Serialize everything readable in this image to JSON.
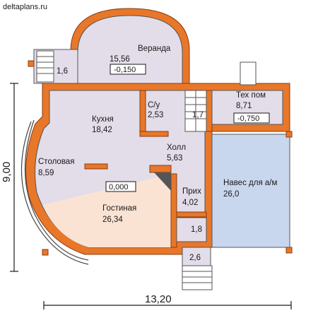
{
  "site": {
    "label": "deltaplans.ru"
  },
  "colors": {
    "wall": "#e8772a",
    "wall_stroke": "#8a3c10",
    "room": "#e2dde9",
    "living": "#fbe3d3",
    "carport": "#c9d7ee",
    "stairs": "#ffffff",
    "accent": "#1a1a1a"
  },
  "rooms": {
    "veranda": {
      "name": "Веранда",
      "area": "15,56",
      "level": "-0,150"
    },
    "porch_top": {
      "area": "1,6"
    },
    "kitchen": {
      "name": "Кухня",
      "area": "18,42"
    },
    "wc": {
      "name": "С/у",
      "area": "2,53"
    },
    "stair_hall": {
      "area": "1,7"
    },
    "tech": {
      "name": "Тех пом",
      "area": "8,71",
      "level": "-0,750"
    },
    "dining": {
      "name": "Столовая",
      "area": "8,59"
    },
    "hall": {
      "name": "Холл",
      "area": "5,63"
    },
    "entrance": {
      "name": "Прих",
      "area": "4,02"
    },
    "carport": {
      "name": "Навес для а/м",
      "area": "26,0"
    },
    "living": {
      "name": "Гостиная",
      "area": "26,34"
    },
    "vestibule": {
      "area": "1,8"
    },
    "porch_bottom": {
      "area": "2,6"
    }
  },
  "floor_level": "0,000",
  "dimensions": {
    "height": "9,00",
    "width": "13,20"
  },
  "icons": [
    "fireplace-icon",
    "stairs-icon",
    "door-icon",
    "window-icon"
  ]
}
